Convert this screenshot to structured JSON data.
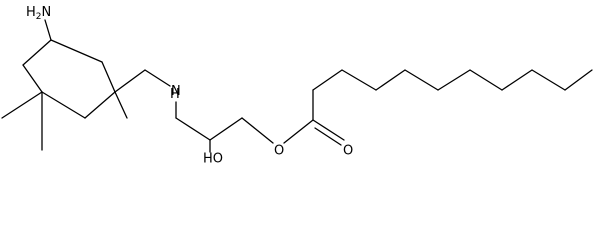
{
  "structure": {
    "atom_labels": {
      "amine": "NH2",
      "amine_display": [
        "H",
        "2",
        "N"
      ],
      "secondary_amine": "NH",
      "secondary_amine_display": [
        "H",
        "N"
      ],
      "hydroxyl": "OH",
      "hydroxyl_display": [
        "HO"
      ],
      "ester_oxygen": "O",
      "carbonyl_oxygen": "O"
    },
    "colors": {
      "bond": "#000000",
      "label": "#000000",
      "background": "#ffffff"
    }
  }
}
